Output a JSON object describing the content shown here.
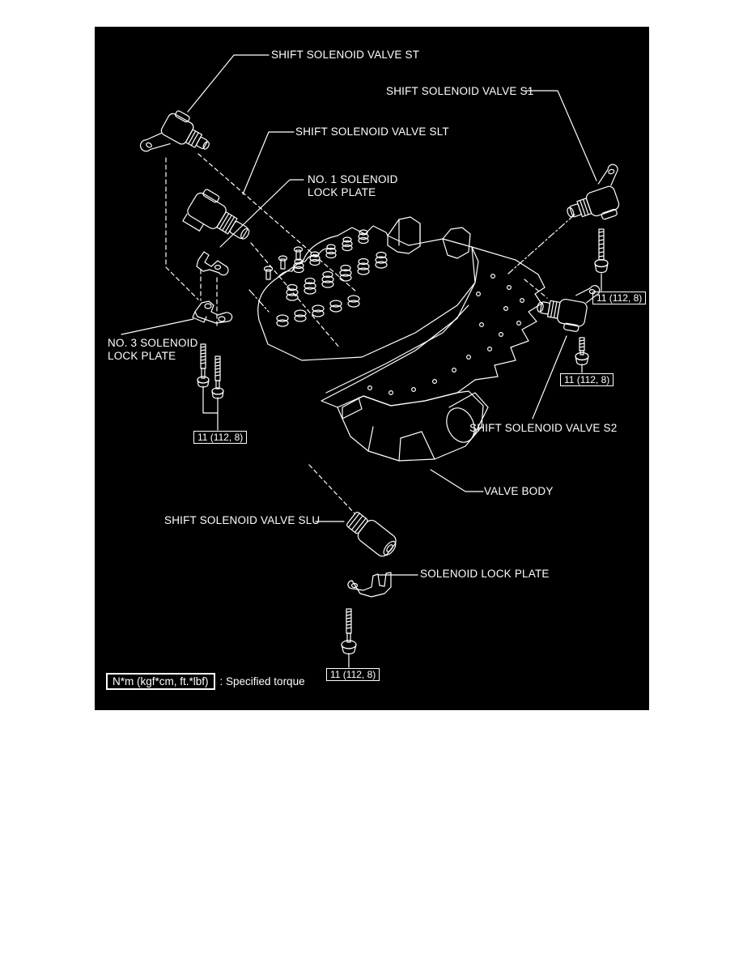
{
  "colors": {
    "panel_background": "#000000",
    "line": "#ffffff",
    "page_background": "#ffffff"
  },
  "labels": {
    "st": "SHIFT SOLENOID VALVE ST",
    "s1": "SHIFT SOLENOID VALVE S1",
    "slt": "SHIFT SOLENOID VALVE SLT",
    "no1_line1": "NO. 1 SOLENOID",
    "no1_line2": "LOCK PLATE",
    "no3_line1": "NO. 3 SOLENOID",
    "no3_line2": "LOCK PLATE",
    "s2": "SHIFT SOLENOID VALVE S2",
    "valve_body": "VALVE BODY",
    "slu": "SHIFT SOLENOID VALVE SLU",
    "solenoid_lock_plate": "SOLENOID LOCK PLATE"
  },
  "torque_boxes": [
    "11 (112, 8)",
    "11 (112, 8)",
    "11 (112, 8)",
    "11 (112, 8)"
  ],
  "legend": {
    "units_box": "N*m (kgf*cm, ft.*lbf)",
    "caption": ": Specified torque"
  }
}
